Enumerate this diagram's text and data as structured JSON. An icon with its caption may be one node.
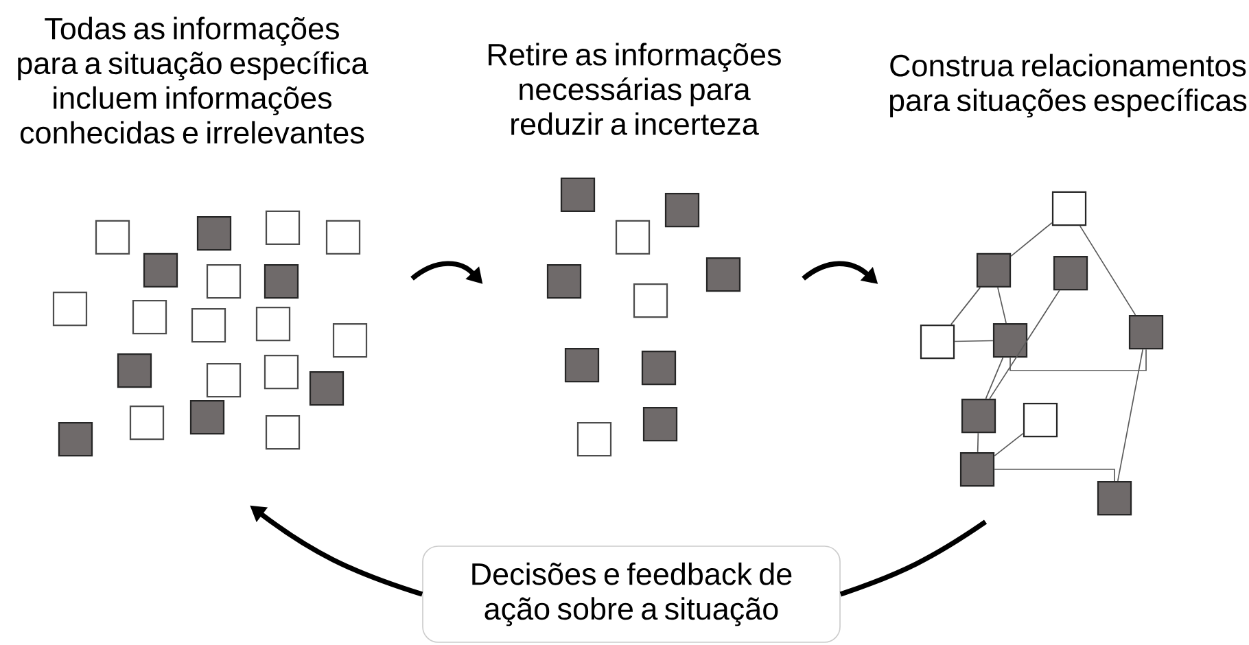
{
  "diagram": {
    "nodes": [
      {
        "text": [
          "Todas as informações para a situação específica incluem informações conhecidas e irrelevantes"
        ]
      },
      {
        "text": [
          "Retire as informações necessárias para reduzir a incerteza"
        ]
      },
      {
        "text": [
          "Construa relacionamentos para situações específicas"
        ]
      },
      {
        "text": [
          "Decisões e feedback de ação sobre a situação"
        ]
      },
      {
        "text": [],
        "shape": "box",
        "in": 2
      },
      {
        "text": [],
        "shape": "box",
        "in": 2
      },
      {
        "text": [],
        "shape": "box",
        "in": 2
      },
      {
        "text": [],
        "shape": "box",
        "in": 2
      },
      {
        "text": [],
        "shape": "box",
        "in": 2
      },
      {
        "text": [],
        "shape": "box",
        "in": 2
      },
      {
        "text": [],
        "shape": "box",
        "in": 2
      },
      {
        "text": [],
        "shape": "box",
        "in": 2
      },
      {
        "text": [],
        "shape": "box",
        "in": 2
      },
      {
        "text": [],
        "shape": "box",
        "in": 2
      }
    ],
    "edges": [
      {
        "from": 0,
        "to": 1,
        "arrow": "to",
        "style": "thick"
      },
      {
        "from": 1,
        "to": 2,
        "arrow": "to",
        "style": "thick"
      },
      {
        "from": 2,
        "to": 3,
        "arrow": "none",
        "style": "thick"
      },
      {
        "from": 3,
        "to": 0,
        "arrow": "to",
        "style": "thick"
      },
      {
        "from": 4,
        "to": 5,
        "arrow": "none"
      },
      {
        "from": 4,
        "to": 9,
        "arrow": "none"
      },
      {
        "from": 5,
        "to": 7,
        "arrow": "none"
      },
      {
        "from": 5,
        "to": 8,
        "arrow": "none"
      },
      {
        "from": 7,
        "to": 8,
        "arrow": "none"
      },
      {
        "from": 6,
        "to": 10,
        "arrow": "none"
      },
      {
        "from": 8,
        "to": 10,
        "arrow": "none"
      },
      {
        "from": 8,
        "to": 9,
        "arrow": "none"
      },
      {
        "from": 9,
        "to": 13,
        "arrow": "none"
      },
      {
        "from": 10,
        "to": 12,
        "arrow": "none"
      },
      {
        "from": 11,
        "to": 12,
        "arrow": "none"
      },
      {
        "from": 12,
        "to": 13,
        "arrow": "none"
      }
    ]
  }
}
